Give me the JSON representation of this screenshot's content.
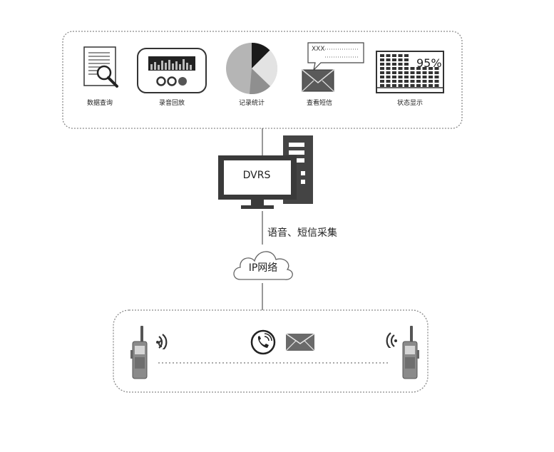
{
  "apps": {
    "data_query": {
      "label": "数据查询",
      "icon": "document-magnifier-icon"
    },
    "playback": {
      "label": "录音回放",
      "icon": "audio-player-icon"
    },
    "statistics": {
      "label": "记录统计",
      "icon": "pie-chart-icon"
    },
    "sms_view": {
      "label": "查看短信",
      "icon": "envelope-message-icon",
      "placeholder_text": "XXX"
    },
    "status": {
      "label": "状态显示",
      "icon": "status-grid-icon",
      "percent": "95%"
    }
  },
  "server": {
    "label": "DVRS",
    "icon": "computer-server-icon"
  },
  "link_caption": "语音、短信采集",
  "network": {
    "label": "IP网络",
    "icon": "cloud-icon"
  },
  "terminals": {
    "left": "walkie-talkie-icon",
    "right": "walkie-talkie-icon",
    "call": "phone-icon",
    "message": "envelope-icon",
    "signal": "signal-wave-icon"
  },
  "colors": {
    "dark": "#1f1f1f",
    "mid": "#777777",
    "light": "#bdbdbd",
    "pale": "#e6e6e6",
    "radio": "#8a8a8a"
  }
}
